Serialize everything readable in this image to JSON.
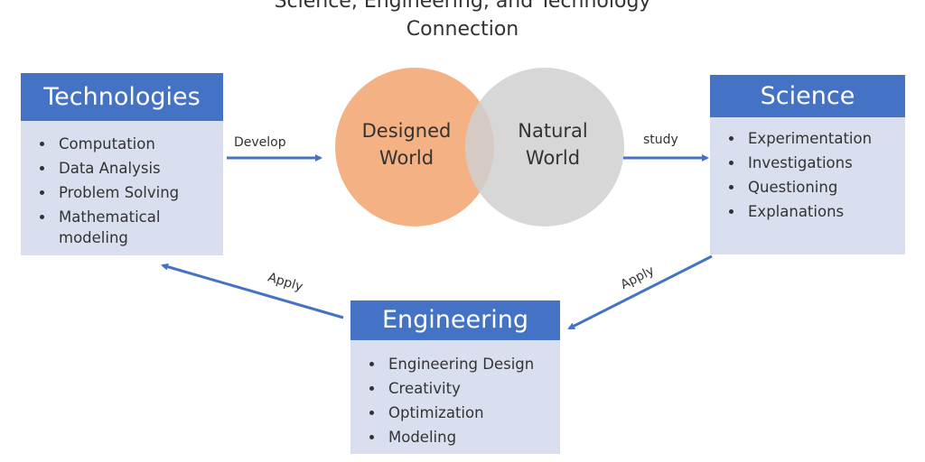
{
  "title": {
    "line1": "Science, Engineering, and Technology",
    "line2": "Connection"
  },
  "technologies": {
    "heading": "Technologies",
    "items": [
      "Computation",
      "Data Analysis",
      "Problem Solving",
      "Mathematical modeling"
    ]
  },
  "science": {
    "heading": "Science",
    "items": [
      "Experimentation",
      "Investigations",
      "Questioning",
      "Explanations"
    ]
  },
  "engineering": {
    "heading": "Engineering",
    "items": [
      "Engineering Design",
      "Creativity",
      "Optimization",
      "Modeling"
    ]
  },
  "venn": {
    "left": "Designed World",
    "right": "Natural World"
  },
  "arrows": {
    "develop": "Develop",
    "study": "study",
    "apply_left": "Apply",
    "apply_right": "Apply"
  },
  "colors": {
    "header": "#4472c4",
    "body": "#dadff0",
    "designed": "#f4b183",
    "natural": "#d0d0d0",
    "arrow": "#4472c4"
  }
}
